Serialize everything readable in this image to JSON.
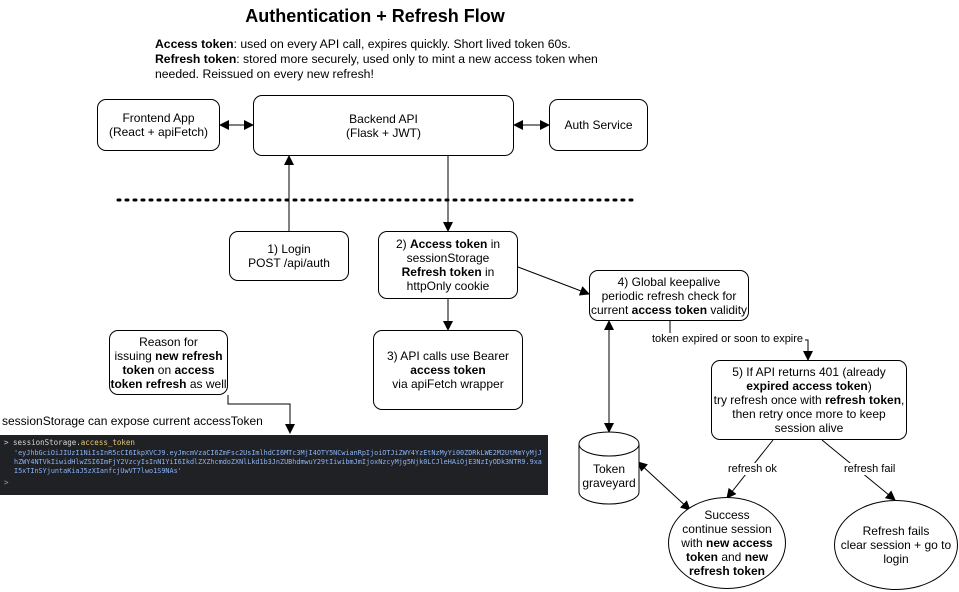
{
  "title": "Authentication + Refresh Flow",
  "description": {
    "access_term": "Access token",
    "access_text": ": used on every API call, expires quickly. Short lived token 60s.",
    "refresh_term": "Refresh token",
    "refresh_text": ": stored more securely, used only to mint a new access token when needed. Reissued on every new refresh!"
  },
  "nodes": {
    "frontend": {
      "line1": "Frontend App",
      "line2": "(React + apiFetch)"
    },
    "backend": {
      "line1": "Backend API",
      "line2": "(Flask + JWT)"
    },
    "auth": {
      "line1": "Auth Service"
    },
    "login": {
      "line1": "1) Login",
      "line2": "POST /api/auth"
    },
    "tokens": {
      "num": "2)",
      "access_bold": "Access token",
      "in1": "in",
      "session": "sessionStorage",
      "refresh_bold": "Refresh token",
      "in2": "in",
      "cookie": "httpOnly cookie"
    },
    "api_calls": {
      "line1": "3) API calls use Bearer",
      "bold": "access token",
      "line3": "via apiFetch wrapper"
    },
    "keepalive": {
      "line1": "4) Global keepalive",
      "line2": "periodic refresh check for",
      "pre": "current",
      "bold": "access token",
      "post": "validity"
    },
    "reason": {
      "line1": "Reason for",
      "pre2": "issuing",
      "bold2": "new refresh",
      "bold3": "token",
      "mid3": "on",
      "bold3b": "access",
      "bold4": "token refresh",
      "post4": "as well"
    },
    "api401": {
      "line1": "5) If API returns 401 (already",
      "bold2": "expired access token",
      "post2": ")",
      "pre3": "try refresh once with",
      "bold3": "refresh token",
      "post3": ",",
      "line4": "then retry once more to keep",
      "line5": "session alive"
    },
    "graveyard": {
      "line1": "Token",
      "line2": "graveyard"
    },
    "success": {
      "line1": "Success",
      "line2": "continue session",
      "pre3": "with",
      "bold3": "new access",
      "bold4a": "token",
      "mid4": "and",
      "bold4b": "new",
      "bold5": "refresh token"
    },
    "fail": {
      "line1": "Refresh fails",
      "line2": "clear session + go to",
      "line3": "login"
    }
  },
  "edge_labels": {
    "expired": "token expired or soon to expire",
    "ok": "refresh ok",
    "fail": "refresh fail"
  },
  "session_note": "sessionStorage can expose current accessToken",
  "console": {
    "command": "sessionStorage.",
    "property": "access_token",
    "result": "'eyJhbGciOiJIUzI1NiIsInR5cCI6IkpXVCJ9.eyJmcmVzaCI6ZmFsc2UsImlhdCI6MTc3MjI4OTY5NCwianRpIjoiOTJiZWY4YzEtNzMyYi00ZDRkLWE2M2UtMmYyMjJhZWY4NTVkIiwidHlwZSI6ImFjY2VzcyIsInN1YiI6IkdlZXZhcmdoZXNlLkd1b3JnZUBhdmwuY29tIiwibmJmIjoxNzcyMjg5Njk0LCJleHAiOjE3NzIyODk3NTR9.9xaI5xTInSYjuntaKiaJ5zXIanfcjUwVT7lwo1S9NAs'",
    "prompt": ">"
  }
}
